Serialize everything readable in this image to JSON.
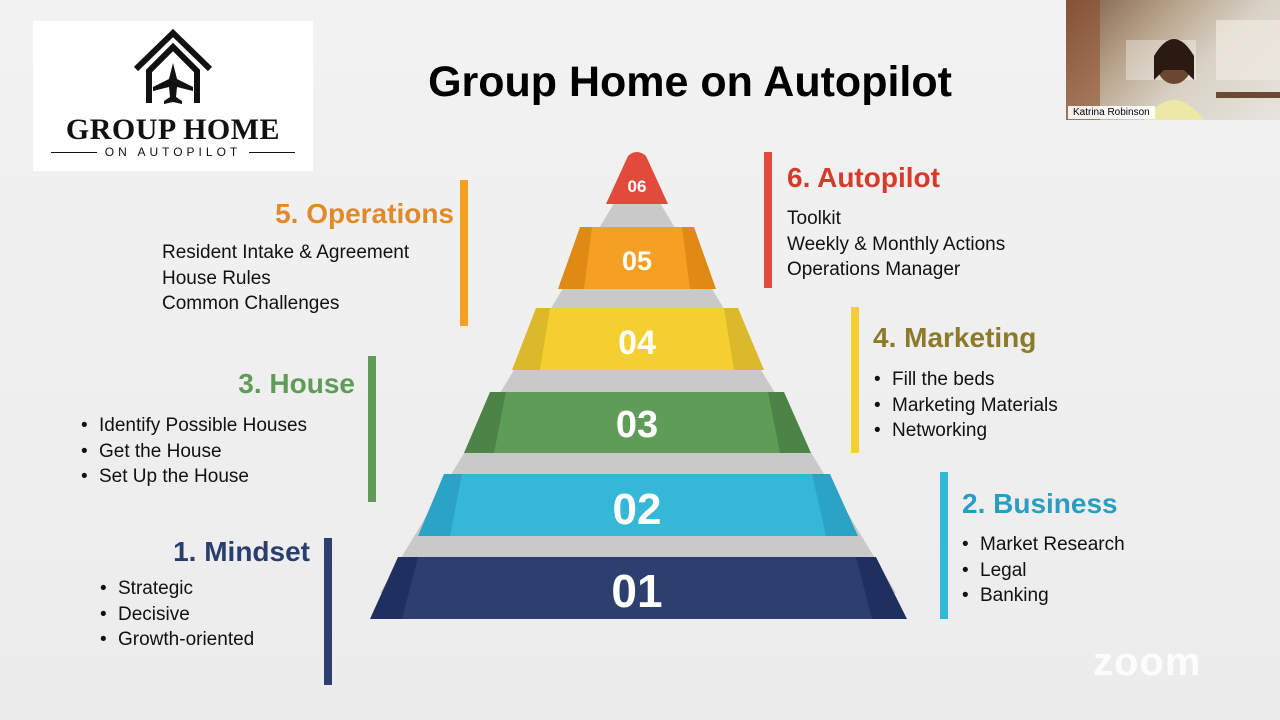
{
  "logo": {
    "name": "GROUP HOME",
    "tagline": "ON AUTOPILOT"
  },
  "title": "Group Home on Autopilot",
  "participant": {
    "name": "Katrina Robinson"
  },
  "pyramid": [
    {
      "num": "01",
      "color": "#2c3f6e"
    },
    {
      "num": "02",
      "color": "#35b7d8"
    },
    {
      "num": "03",
      "color": "#5e9c57"
    },
    {
      "num": "04",
      "color": "#f3cf2f"
    },
    {
      "num": "05",
      "color": "#f4a023"
    },
    {
      "num": "06",
      "color": "#e24a3b"
    }
  ],
  "sections": {
    "mindset": {
      "heading": "1. Mindset",
      "color": "#2a3e6e",
      "items": [
        "Strategic",
        "Decisive",
        "Growth-oriented"
      ]
    },
    "business": {
      "heading": "2. Business",
      "color": "#2a9ec1",
      "items": [
        "Market Research",
        "Legal",
        "Banking"
      ]
    },
    "house": {
      "heading": "3. House",
      "color": "#5e9c57",
      "items": [
        "Identify Possible Houses",
        "Get the House",
        "Set Up the House"
      ]
    },
    "marketing": {
      "heading": "4. Marketing",
      "color": "#8b7a2a",
      "items": [
        "Fill the beds",
        "Marketing Materials",
        "Networking"
      ]
    },
    "operations": {
      "heading": "5. Operations",
      "color": "#df8a2b",
      "items": [
        "Resident Intake & Agreement",
        "House Rules",
        "Common Challenges"
      ]
    },
    "autopilot": {
      "heading": "6. Autopilot",
      "color": "#d7392b",
      "items": [
        "Toolkit",
        "Weekly & Monthly Actions",
        "Operations Manager"
      ]
    }
  },
  "bullet": "•",
  "watermark": "zoom"
}
